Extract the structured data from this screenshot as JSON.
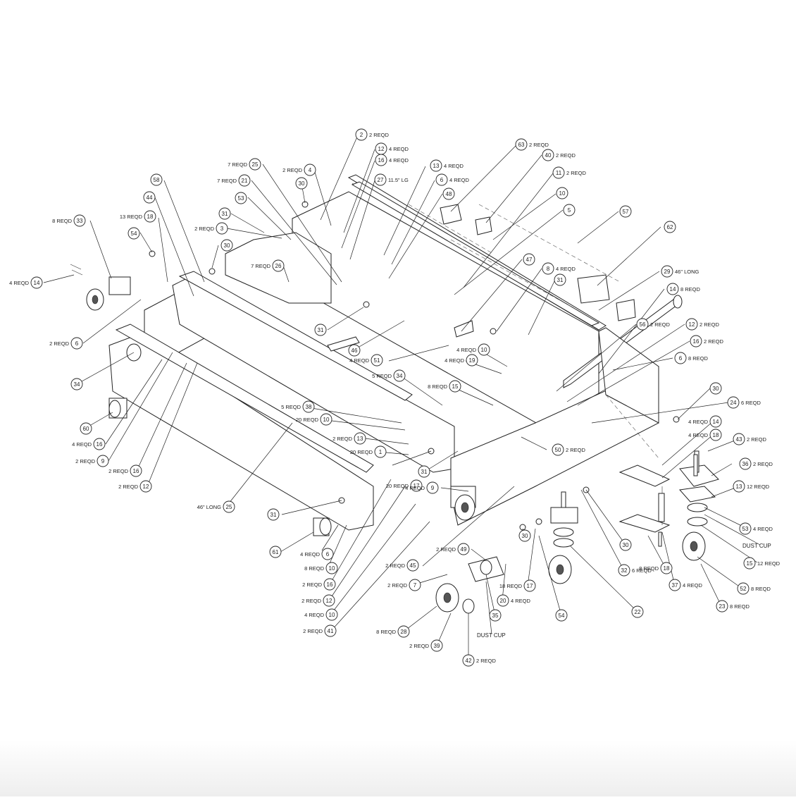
{
  "callouts": [
    {
      "n": "2",
      "q": "2 REQD"
    },
    {
      "n": "12",
      "q": "4 REQD"
    },
    {
      "n": "16",
      "q": "4 REQD"
    },
    {
      "n": "27",
      "q": "11.5\" LG"
    },
    {
      "n": "13",
      "q": "4 REQD"
    },
    {
      "n": "6",
      "q": "4 REQD"
    },
    {
      "n": "48",
      "q": ""
    },
    {
      "n": "63",
      "q": "2 REQD"
    },
    {
      "n": "40",
      "q": "2 REQD"
    },
    {
      "n": "11",
      "q": "2 REQD"
    },
    {
      "n": "10",
      "q": ""
    },
    {
      "n": "5",
      "q": ""
    },
    {
      "n": "57",
      "q": ""
    },
    {
      "n": "62",
      "q": ""
    },
    {
      "n": "25",
      "q": "7 REQD"
    },
    {
      "n": "4",
      "q": "2 REQD"
    },
    {
      "n": "30",
      "q": ""
    },
    {
      "n": "21",
      "q": "7 REQD"
    },
    {
      "n": "58",
      "q": ""
    },
    {
      "n": "44",
      "q": ""
    },
    {
      "n": "53",
      "q": ""
    },
    {
      "n": "33",
      "q": "8 REQD"
    },
    {
      "n": "18",
      "q": "13 REQD"
    },
    {
      "n": "31",
      "q": ""
    },
    {
      "n": "3",
      "q": "2 REQD"
    },
    {
      "n": "54",
      "q": ""
    },
    {
      "n": "30",
      "q": ""
    },
    {
      "n": "26",
      "q": "7 REQD"
    },
    {
      "n": "14",
      "q": "4 REQD"
    },
    {
      "n": "6",
      "q": "2 REQD"
    },
    {
      "n": "31",
      "q": ""
    },
    {
      "n": "47",
      "q": ""
    },
    {
      "n": "8",
      "q": "4 REQD"
    },
    {
      "n": "31",
      "q": ""
    },
    {
      "n": "29",
      "q": "46\" LONG"
    },
    {
      "n": "14",
      "q": "8 REQD"
    },
    {
      "n": "56",
      "q": "2 REQD"
    },
    {
      "n": "12",
      "q": "2 REQD"
    },
    {
      "n": "16",
      "q": "2 REQD"
    },
    {
      "n": "6",
      "q": "8 REQD"
    },
    {
      "n": "46",
      "q": ""
    },
    {
      "n": "51",
      "q": "4 REQD"
    },
    {
      "n": "10",
      "q": "4 REQD"
    },
    {
      "n": "19",
      "q": "4 REQD"
    },
    {
      "n": "34",
      "q": ""
    },
    {
      "n": "34",
      "q": "5 REQD"
    },
    {
      "n": "15",
      "q": "8 REQD"
    },
    {
      "n": "30",
      "q": ""
    },
    {
      "n": "24",
      "q": "6 REQD"
    },
    {
      "n": "60",
      "q": ""
    },
    {
      "n": "38",
      "q": "5 REQD"
    },
    {
      "n": "10",
      "q": "20 REQD"
    },
    {
      "n": "13",
      "q": "2 REQD"
    },
    {
      "n": "1",
      "q": "20 REQD"
    },
    {
      "n": "16",
      "q": "4 REQD"
    },
    {
      "n": "9",
      "q": "2 REQD"
    },
    {
      "n": "31",
      "q": ""
    },
    {
      "n": "17",
      "q": "20 REQD"
    },
    {
      "n": "50",
      "q": "2 REQD"
    },
    {
      "n": "14",
      "q": "4 REQD"
    },
    {
      "n": "18",
      "q": "4 REQD"
    },
    {
      "n": "43",
      "q": "2 REQD"
    },
    {
      "n": "36",
      "q": "2 REQD"
    },
    {
      "n": "16",
      "q": "2 REQD"
    },
    {
      "n": "12",
      "q": "2 REQD"
    },
    {
      "n": "9",
      "q": "4 REQD"
    },
    {
      "n": "13",
      "q": "12 REQD"
    },
    {
      "n": "25",
      "q": "46\" LONG"
    },
    {
      "n": "31",
      "q": ""
    },
    {
      "n": "30",
      "q": ""
    },
    {
      "n": "61",
      "q": ""
    },
    {
      "n": "6",
      "q": "4 REQD"
    },
    {
      "n": "10",
      "q": "8 REQD"
    },
    {
      "n": "53",
      "q": "4 REQD"
    },
    {
      "n": "30",
      "q": ""
    },
    {
      "n": "49",
      "q": "2 REQD"
    },
    {
      "n": "15",
      "q": "12 REQD"
    },
    {
      "n": "45",
      "q": "2 REQD"
    },
    {
      "n": "18",
      "q": "8 REQD"
    },
    {
      "n": "32",
      "q": "6 REQD"
    },
    {
      "n": "16",
      "q": "2 REQD"
    },
    {
      "n": "7",
      "q": "2 REQD"
    },
    {
      "n": "17",
      "q": "18 REQD"
    },
    {
      "n": "37",
      "q": "4 REQD"
    },
    {
      "n": "52",
      "q": "8 REQD"
    },
    {
      "n": "12",
      "q": "2 REQD"
    },
    {
      "n": "20",
      "q": "4 REQD"
    },
    {
      "n": "22",
      "q": ""
    },
    {
      "n": "23",
      "q": "8 REQD"
    },
    {
      "n": "10",
      "q": "4 REQD"
    },
    {
      "n": "35",
      "q": ""
    },
    {
      "n": "54",
      "q": ""
    },
    {
      "n": "41",
      "q": "2 REQD"
    },
    {
      "n": "28",
      "q": "8 REQD"
    },
    {
      "n": "39",
      "q": "2 REQD"
    },
    {
      "n": "42",
      "q": "2 REQD"
    }
  ],
  "notes": {
    "dust_cup_right": "DUST CUP",
    "dust_cup_bottom": "DUST CUP"
  }
}
